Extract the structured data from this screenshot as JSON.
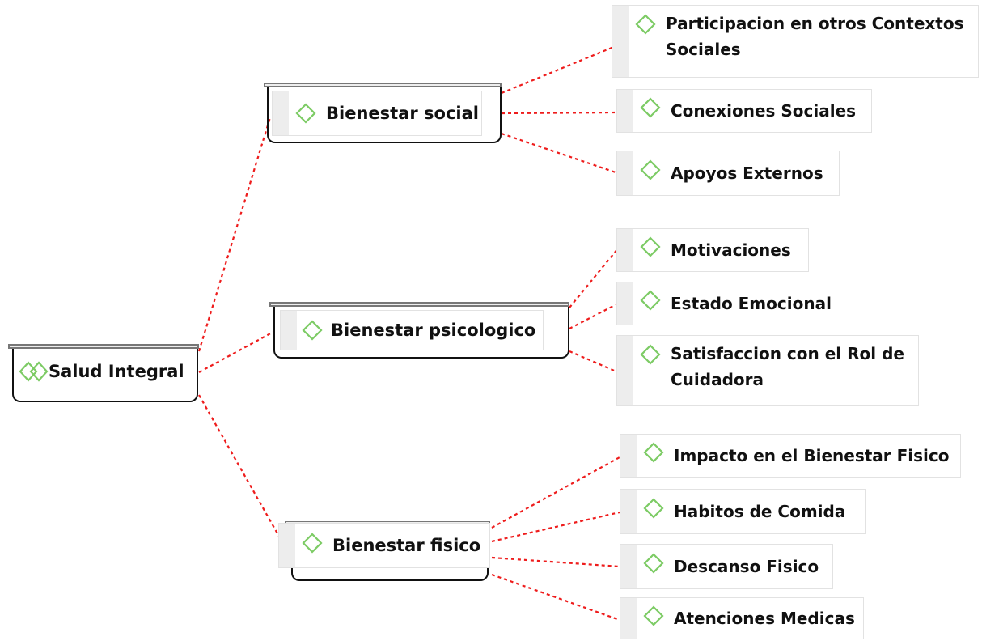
{
  "colors": {
    "connector": "#ee1c1c",
    "diamond_stroke": "#7ccb64",
    "node_strip": "#ededed",
    "node_border": "#e2e2e2"
  },
  "root": {
    "label": "Salud Integral",
    "icon": "double-diamond-icon"
  },
  "branches": [
    {
      "label": "Bienestar social",
      "icon": "diamond-icon",
      "children": [
        "Participacion en otros Contextos Sociales",
        "Conexiones Sociales",
        "Apoyos Externos"
      ]
    },
    {
      "label": "Bienestar psicologico",
      "icon": "diamond-icon",
      "children": [
        "Motivaciones",
        "Estado Emocional",
        "Satisfaccion con el Rol de Cuidadora"
      ]
    },
    {
      "label": "Bienestar fisico",
      "icon": "diamond-icon",
      "children": [
        "Impacto en el Bienestar Fisico",
        "Habitos de Comida",
        "Descanso Fisico",
        "Atenciones Medicas"
      ]
    }
  ]
}
